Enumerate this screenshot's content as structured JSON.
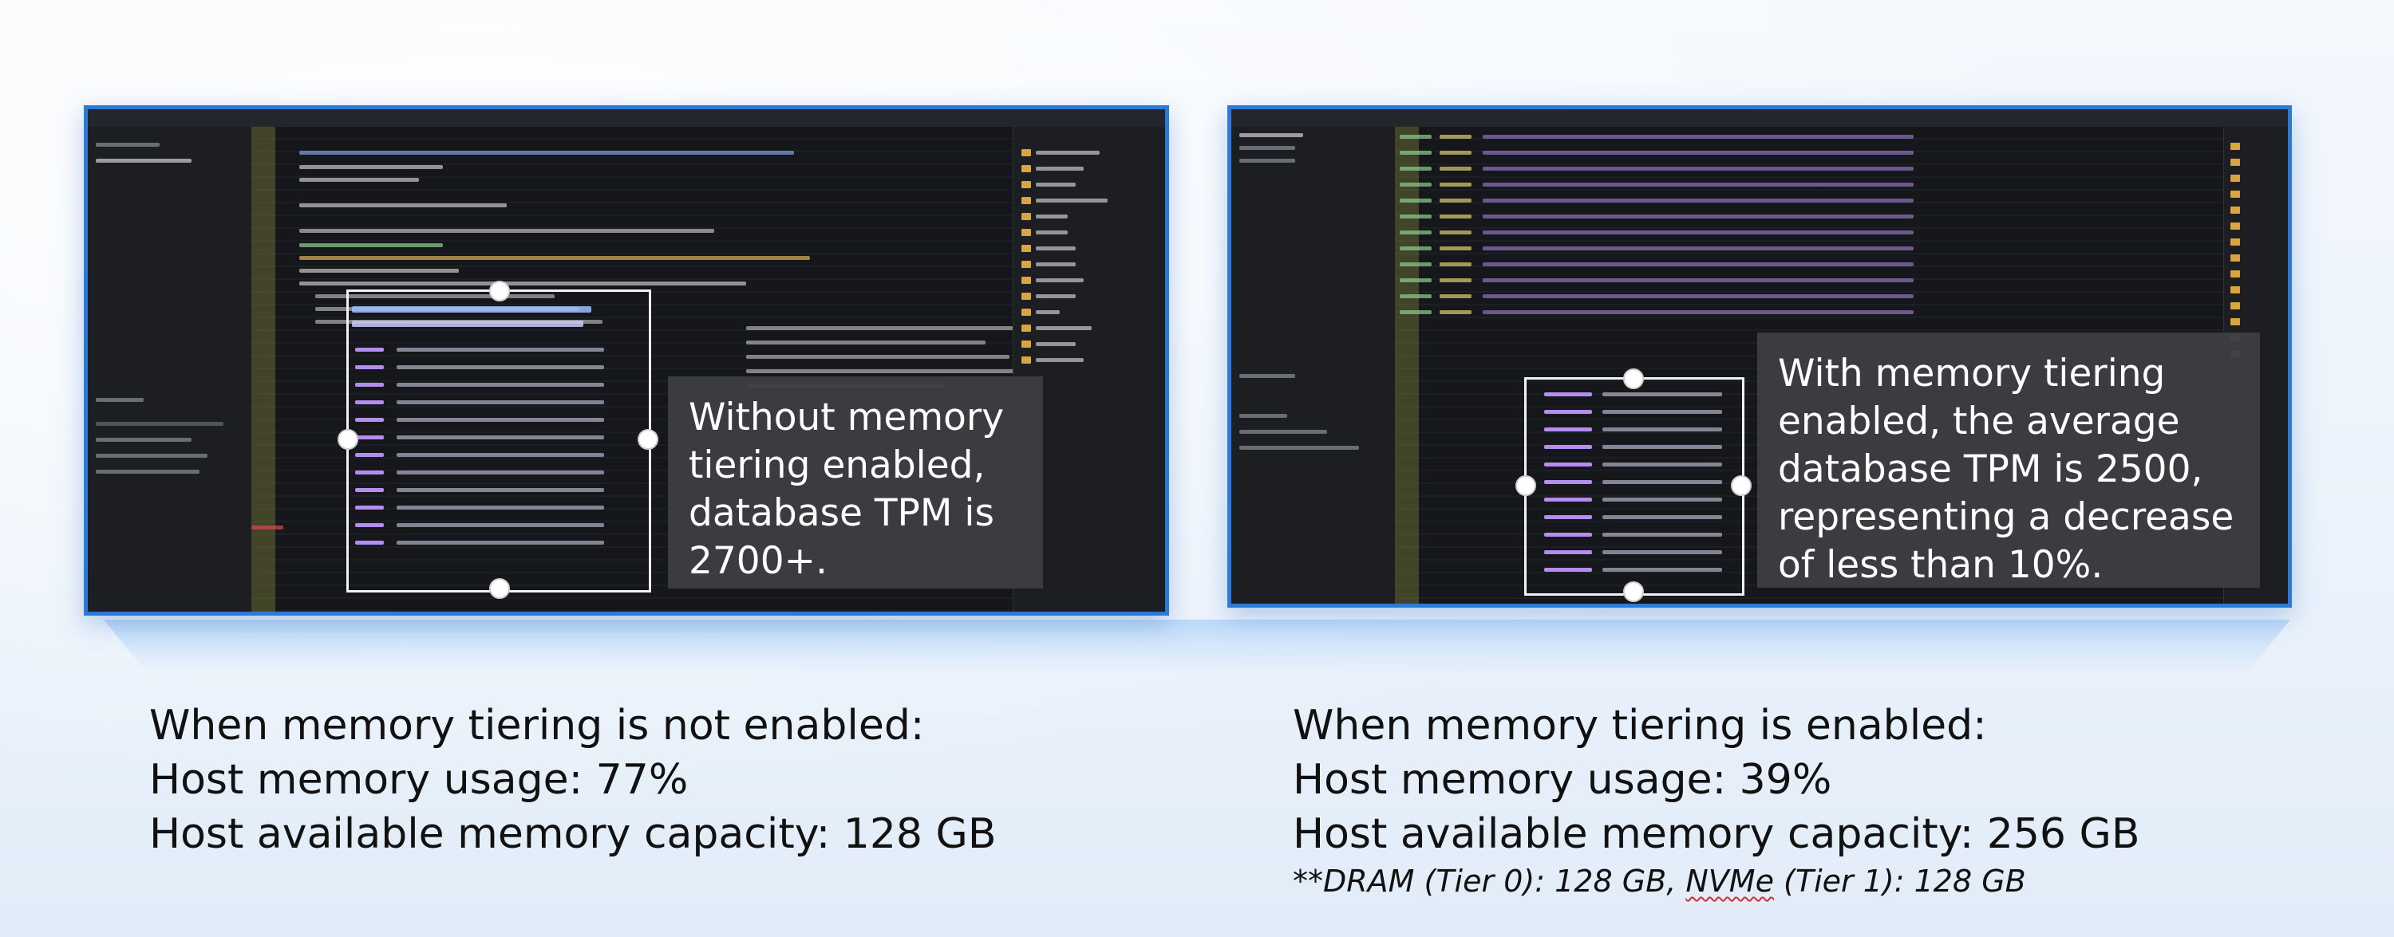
{
  "left_panel": {
    "callout": [
      "Without memory",
      "tiering enabled,",
      "database TPM is",
      "2700+."
    ],
    "summary": {
      "heading": "When memory tiering is not enabled:",
      "usage": "Host memory usage: 77%",
      "capacity": "Host available memory capacity: 128 GB"
    }
  },
  "right_panel": {
    "callout": [
      "With memory tiering",
      "enabled, the average",
      "database TPM is 2500,",
      "representing a decrease",
      "of less than 10%."
    ],
    "summary": {
      "heading": "When memory tiering is enabled:",
      "usage": "Host memory usage: 39%",
      "capacity": "Host available memory capacity: 256 GB",
      "note_prefix": "**DRAM (Tier 0): 128 GB, ",
      "note_nvme": "NVMe",
      "note_suffix": " (Tier 1): 128 GB"
    }
  },
  "colors": {
    "frame_border": "#2b7bd6",
    "terminal_bg": "#15171a",
    "callout_bg": "#3c3e42",
    "selection_box": "#f2f2f2"
  }
}
